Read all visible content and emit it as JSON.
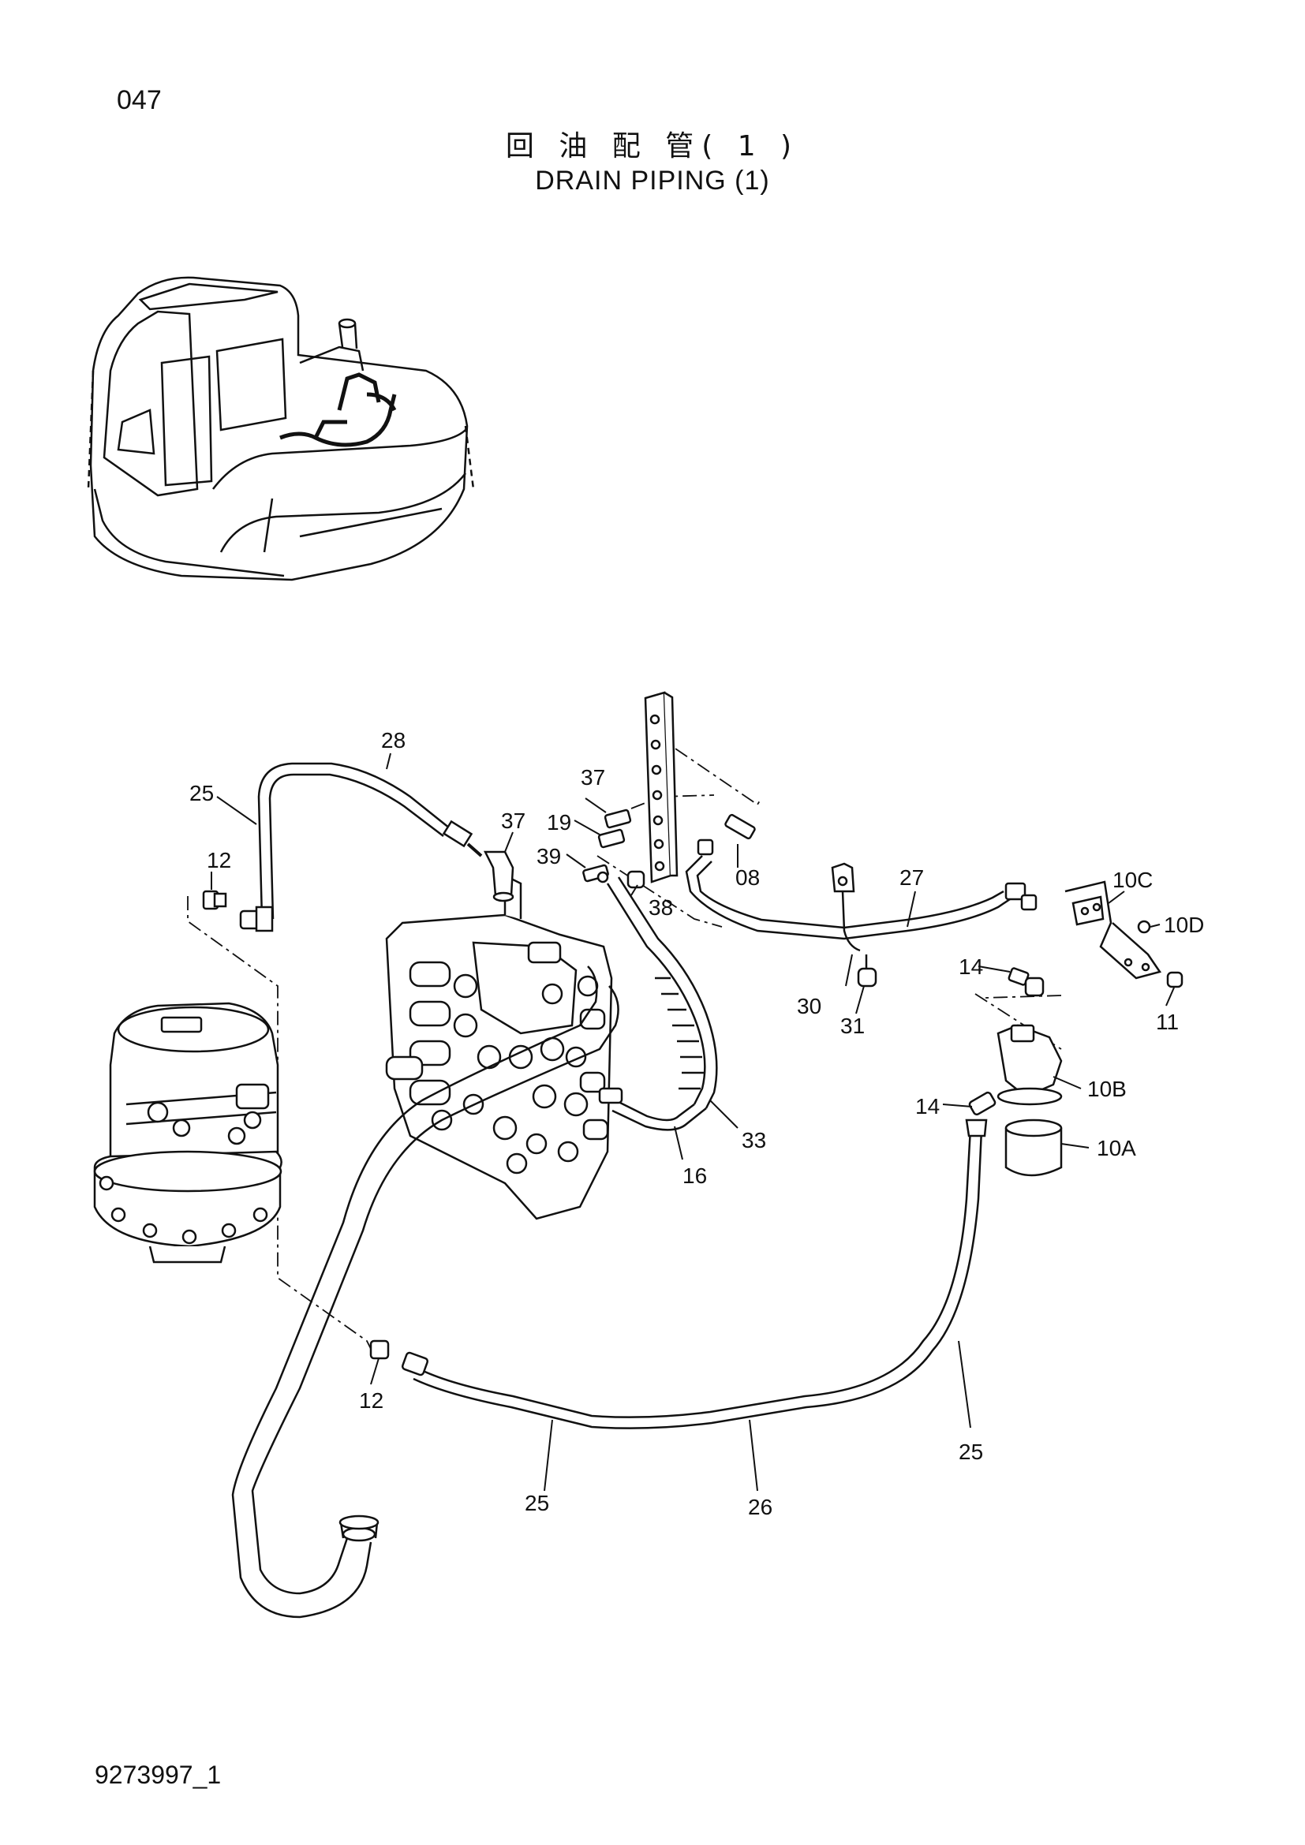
{
  "page_number": "047",
  "title_cn": "回 油 配 管( 1 )",
  "title_en": "DRAIN PIPING (1)",
  "document_number": "9273997_1",
  "callouts": {
    "c28": "28",
    "c25a": "25",
    "c12a": "12",
    "c37a": "37",
    "c37b": "37",
    "c19": "19",
    "c39": "39",
    "c08": "08",
    "c38": "38",
    "c27": "27",
    "c10C": "10C",
    "c10D": "10D",
    "c14a": "14",
    "c30": "30",
    "c31": "31",
    "c11": "11",
    "c10B": "10B",
    "c14b": "14",
    "c10A": "10A",
    "c33": "33",
    "c16": "16",
    "c12b": "12",
    "c25b": "25",
    "c25c": "25",
    "c26": "26"
  }
}
